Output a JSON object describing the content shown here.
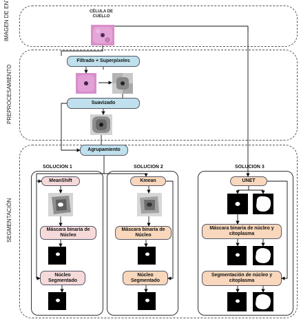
{
  "sections": {
    "input": "IMAGEN DE ENTRADA",
    "preprocessing": "PREPROCESAMIENTO",
    "segmentation": "SEGMENTACIÓN"
  },
  "input": {
    "caption": "CÉLULA DE CUELLO"
  },
  "preprocessing": {
    "filter_box": "Filtrado + Superpíxeles",
    "smooth_box": "Suavizado"
  },
  "clustering_box": "Agrupamiento",
  "solutions": [
    {
      "title": "SOLUCION 1",
      "method": "MeanShift",
      "mask": "Máscara binaria de Núcleo",
      "result": "Núcleo Segmentado"
    },
    {
      "title": "SOLUCION 2",
      "method": "Kmean",
      "mask": "Máscara binaria de Núcleo",
      "result": "Núcleo Segmentado"
    },
    {
      "title": "SOLUCION 3",
      "method": "UNET",
      "mask": "Máscara binaria de núcleo y citoplasma",
      "result": "Segmentación de núcleo y citoplasma"
    }
  ],
  "colors": {
    "process_box": "#bfe0ec",
    "solution1_box": "#f6dada",
    "solution2_box": "#f8d7bc",
    "solution3_box": "#f8d7bc"
  }
}
